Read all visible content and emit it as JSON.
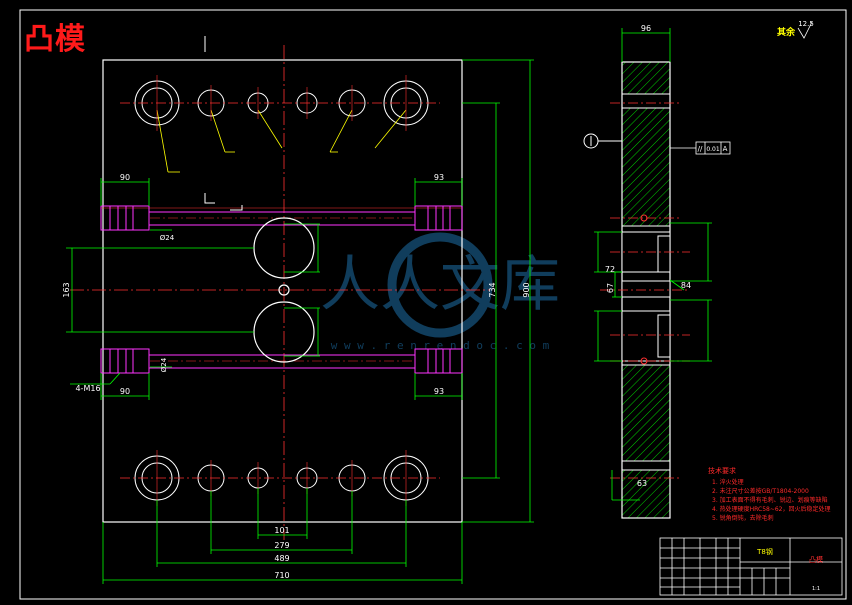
{
  "title": "凸模",
  "plan_dims": {
    "left_90_top": "90",
    "right_93_top": "93",
    "dia_24_top": "Ø24",
    "dia_24_bottom": "Ø24",
    "left_163": "163",
    "thread_label": "4-M16",
    "left_90_bottom": "90",
    "right_93_bottom": "93",
    "v_734": "734",
    "v_900": "900",
    "h_101": "101",
    "h_279": "279",
    "h_489": "489",
    "h_710": "710"
  },
  "side_dims": {
    "width_96": "96",
    "roughness_label": "其余",
    "roughness_value": "12.5",
    "parallel_tol": "0.01",
    "datum": "A",
    "d_72": "72",
    "d_67": "67",
    "d_84": "84",
    "d_63": "63"
  },
  "watermark": {
    "text": "人人文库",
    "url": "w w w . r e n r e n d o c . c o m"
  },
  "notes": {
    "heading": "技术要求",
    "lines": [
      "1. 淬火处理",
      "2. 未注尺寸公差按GB/T1804-2000",
      "3. 加工表面不得有毛刺、锐边、划痕等缺陷",
      "4. 热处理硬度HRC58~62，回火后稳定处理",
      "5. 锐角倒钝，去除毛刺"
    ]
  },
  "title_block": {
    "material": "T8钢",
    "part_name": "凸模",
    "scale": "1:1"
  }
}
